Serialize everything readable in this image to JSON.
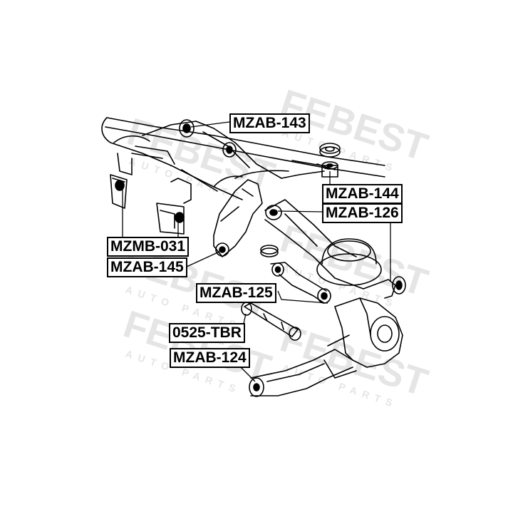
{
  "diagram": {
    "callouts": {
      "mzab_143": "MZAB-143",
      "mzab_144": "MZAB-144",
      "mzab_126": "MZAB-126",
      "mzmb_031": "MZMB-031",
      "mzab_145": "MZAB-145",
      "mzab_125": "MZAB-125",
      "tbr_0525": "0525-TBR",
      "mzab_124": "MZAB-124"
    },
    "watermark": {
      "brand": "FEBEST",
      "tagline": "AUTO PARTS"
    }
  },
  "colors": {
    "line": "#000000",
    "background": "#ffffff",
    "watermark": "#c8c8c8"
  }
}
